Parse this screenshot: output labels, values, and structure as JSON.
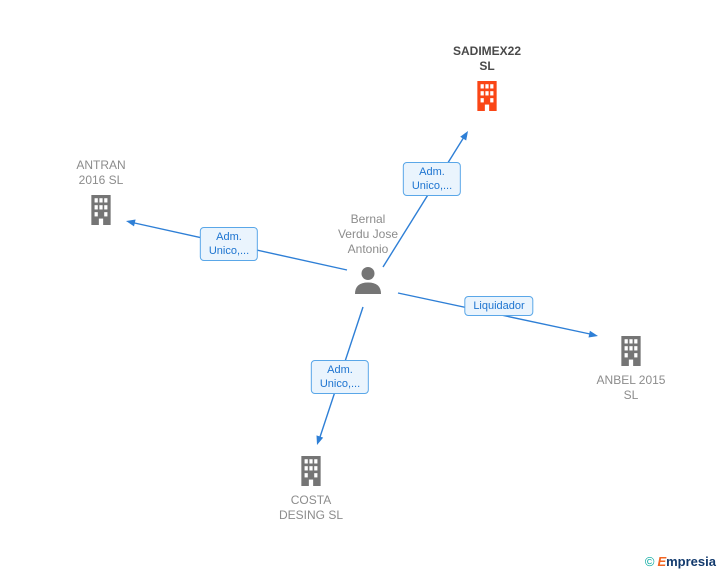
{
  "nodes": {
    "sadimex": {
      "line1": "SADIMEX22",
      "line2": "SL"
    },
    "antran": {
      "line1": "ANTRAN",
      "line2": "2016  SL"
    },
    "person": {
      "line1": "Bernal",
      "line2": "Verdu Jose",
      "line3": "Antonio"
    },
    "anbel": {
      "line1": "ANBEL 2015",
      "line2": "SL"
    },
    "costa": {
      "line1": "COSTA",
      "line2": "DESING  SL"
    }
  },
  "edge_labels": {
    "sadimex": {
      "line1": "Adm.",
      "line2": "Unico,..."
    },
    "antran": {
      "line1": "Adm.",
      "line2": "Unico,..."
    },
    "anbel": {
      "label": "Liquidador"
    },
    "costa": {
      "line1": "Adm.",
      "line2": "Unico,..."
    }
  },
  "footer": {
    "copyright": "©",
    "brand_initial": "E",
    "brand_rest": "mpresia"
  },
  "colors": {
    "highlight_company": "#fa4616",
    "company_default": "#757575",
    "person": "#757575",
    "edge": "#2e7fd6",
    "edge_label_text": "#1d74d0",
    "edge_label_border": "#5aa7e8",
    "edge_label_bg": "#eaf4fd",
    "node_text": "#8c8c8c",
    "node_text_bold": "#4a4a4a",
    "brand_teal": "#00a79d",
    "brand_navy": "#123a6d",
    "brand_orange": "#f26522"
  }
}
